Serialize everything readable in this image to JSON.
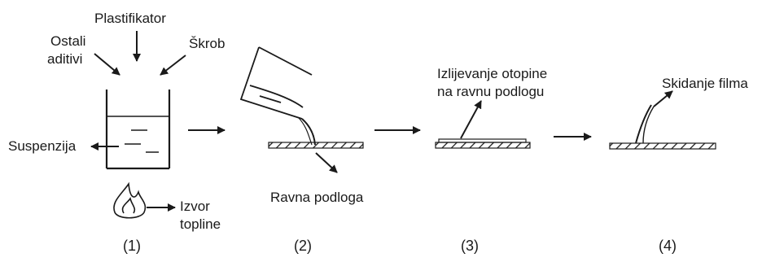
{
  "labels": {
    "plastifikator": "Plastifikator",
    "ostali_aditivi_1": "Ostali",
    "ostali_aditivi_2": "aditivi",
    "skrob": "Škrob",
    "suspenzija": "Suspenzija",
    "izvor_topline_1": "Izvor",
    "izvor_topline_2": "topline",
    "ravna_podloga": "Ravna podloga",
    "izlijevanje_1": "Izlijevanje otopine",
    "izlijevanje_2": "na ravnu podlogu",
    "skidanje_filma": "Skidanje filma"
  },
  "steps": [
    "(1)",
    "(2)",
    "(3)",
    "(4)"
  ],
  "colors": {
    "ink": "#1a1a1a",
    "background": "#ffffff"
  }
}
